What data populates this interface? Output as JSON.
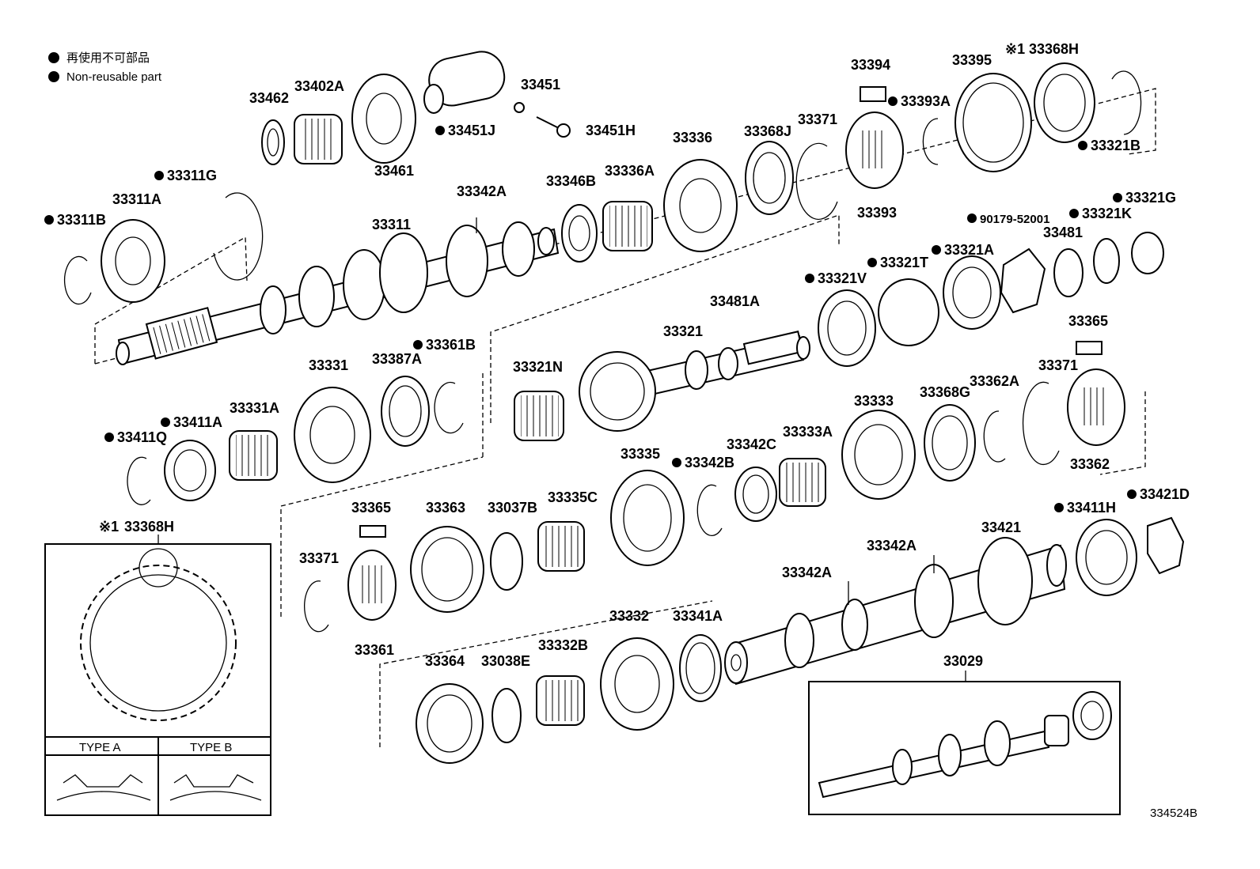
{
  "legend": {
    "jp": "再使用不可部品",
    "en": "Non-reusable part"
  },
  "drawing_number": "334524B",
  "inset": {
    "title_mark": "※1",
    "title_part": "33368H",
    "type_a": "TYPE A",
    "type_b": "TYPE B"
  },
  "assembly": {
    "label": "33029"
  },
  "parts": [
    {
      "id": "p1",
      "label": "33462",
      "nr": false
    },
    {
      "id": "p2",
      "label": "33402A",
      "nr": false
    },
    {
      "id": "p3",
      "label": "33461",
      "nr": false
    },
    {
      "id": "p4",
      "label": "33451",
      "nr": false
    },
    {
      "id": "p5",
      "label": "33451J",
      "nr": true
    },
    {
      "id": "p6",
      "label": "33451H",
      "nr": false
    },
    {
      "id": "p7",
      "label": "33394",
      "nr": false
    },
    {
      "id": "p8",
      "label": "33393A",
      "nr": true
    },
    {
      "id": "p9",
      "label": "33395",
      "nr": false
    },
    {
      "id": "p10",
      "label": "33368H",
      "nr": false,
      "prefix": "※1"
    },
    {
      "id": "p11",
      "label": "33321B",
      "nr": true
    },
    {
      "id": "p12",
      "label": "33336",
      "nr": false
    },
    {
      "id": "p13",
      "label": "33368J",
      "nr": false
    },
    {
      "id": "p14",
      "label": "33371",
      "nr": false
    },
    {
      "id": "p15",
      "label": "33393",
      "nr": false
    },
    {
      "id": "p16",
      "label": "33311G",
      "nr": true
    },
    {
      "id": "p17",
      "label": "33311A",
      "nr": false
    },
    {
      "id": "p18",
      "label": "33311B",
      "nr": true
    },
    {
      "id": "p19",
      "label": "33342A",
      "nr": false
    },
    {
      "id": "p20",
      "label": "33346B",
      "nr": false
    },
    {
      "id": "p21",
      "label": "33336A",
      "nr": false
    },
    {
      "id": "p22",
      "label": "33311",
      "nr": false
    },
    {
      "id": "p23",
      "label": "90179-52001",
      "nr": true
    },
    {
      "id": "p24",
      "label": "33321K",
      "nr": true
    },
    {
      "id": "p25",
      "label": "33321G",
      "nr": true
    },
    {
      "id": "p26",
      "label": "33481",
      "nr": false
    },
    {
      "id": "p27",
      "label": "33321T",
      "nr": true
    },
    {
      "id": "p28",
      "label": "33321A",
      "nr": true
    },
    {
      "id": "p29",
      "label": "33321V",
      "nr": true
    },
    {
      "id": "p30",
      "label": "33481A",
      "nr": false
    },
    {
      "id": "p31",
      "label": "33321",
      "nr": false
    },
    {
      "id": "p32",
      "label": "33365",
      "nr": false
    },
    {
      "id": "p33",
      "label": "33371",
      "nr": false
    },
    {
      "id": "p34",
      "label": "33362A",
      "nr": false
    },
    {
      "id": "p35",
      "label": "33368G",
      "nr": false
    },
    {
      "id": "p36",
      "label": "33333",
      "nr": false
    },
    {
      "id": "p37",
      "label": "33362",
      "nr": false
    },
    {
      "id": "p38",
      "label": "33321N",
      "nr": false
    },
    {
      "id": "p39",
      "label": "33331",
      "nr": false
    },
    {
      "id": "p40",
      "label": "33387A",
      "nr": false
    },
    {
      "id": "p41",
      "label": "33361B",
      "nr": true
    },
    {
      "id": "p42",
      "label": "33331A",
      "nr": false
    },
    {
      "id": "p43",
      "label": "33411A",
      "nr": true
    },
    {
      "id": "p44",
      "label": "33411Q",
      "nr": true
    },
    {
      "id": "p45",
      "label": "33335",
      "nr": false
    },
    {
      "id": "p46",
      "label": "33342B",
      "nr": true
    },
    {
      "id": "p47",
      "label": "33342C",
      "nr": false
    },
    {
      "id": "p48",
      "label": "33333A",
      "nr": false
    },
    {
      "id": "p49",
      "label": "33411H",
      "nr": true
    },
    {
      "id": "p50",
      "label": "33421D",
      "nr": true
    },
    {
      "id": "p51",
      "label": "33365",
      "nr": false
    },
    {
      "id": "p52",
      "label": "33363",
      "nr": false
    },
    {
      "id": "p53",
      "label": "33037B",
      "nr": false
    },
    {
      "id": "p54",
      "label": "33335C",
      "nr": false
    },
    {
      "id": "p55",
      "label": "33342A",
      "nr": false
    },
    {
      "id": "p56",
      "label": "33421",
      "nr": false
    },
    {
      "id": "p57",
      "label": "33371",
      "nr": false
    },
    {
      "id": "p58",
      "label": "33342A",
      "nr": false
    },
    {
      "id": "p59",
      "label": "33361",
      "nr": false
    },
    {
      "id": "p60",
      "label": "33332",
      "nr": false
    },
    {
      "id": "p61",
      "label": "33341A",
      "nr": false
    },
    {
      "id": "p62",
      "label": "33364",
      "nr": false
    },
    {
      "id": "p63",
      "label": "33038E",
      "nr": false
    },
    {
      "id": "p64",
      "label": "33332B",
      "nr": false
    }
  ]
}
